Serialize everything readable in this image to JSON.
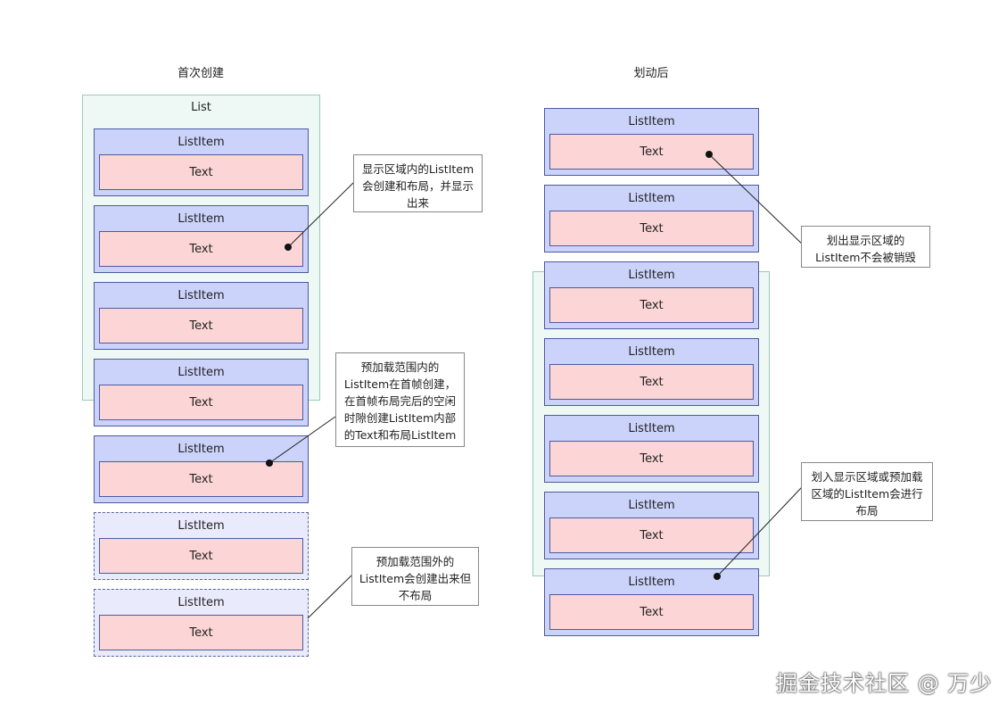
{
  "left": {
    "title": "首次创建",
    "list_label": "List",
    "items": [
      {
        "label": "ListItem",
        "text": "Text"
      },
      {
        "label": "ListItem",
        "text": "Text"
      },
      {
        "label": "ListItem",
        "text": "Text"
      },
      {
        "label": "ListItem",
        "text": "Text"
      },
      {
        "label": "ListItem",
        "text": "Text"
      },
      {
        "label": "ListItem",
        "text": "Text"
      },
      {
        "label": "ListItem",
        "text": "Text"
      }
    ],
    "callouts": [
      "显示区域内的ListItem会创建和布局，并显示出来",
      "预加载范围内的ListItem在首帧创建，在首帧布局完后的空闲时隙创建ListItem内部的Text和布局ListItem",
      "预加载范围外的ListItem会创建出来但不布局"
    ]
  },
  "right": {
    "title": "划动后",
    "items": [
      {
        "label": "ListItem",
        "text": "Text"
      },
      {
        "label": "ListItem",
        "text": "Text"
      },
      {
        "label": "ListItem",
        "text": "Text"
      },
      {
        "label": "ListItem",
        "text": "Text"
      },
      {
        "label": "ListItem",
        "text": "Text"
      },
      {
        "label": "ListItem",
        "text": "Text"
      },
      {
        "label": "ListItem",
        "text": "Text"
      }
    ],
    "callouts": [
      "划出显示区域的ListItem不会被销毁",
      "划入显示区域或预加载区域的ListItem会进行布局"
    ]
  },
  "watermark": "掘金技术社区 @ 万少"
}
